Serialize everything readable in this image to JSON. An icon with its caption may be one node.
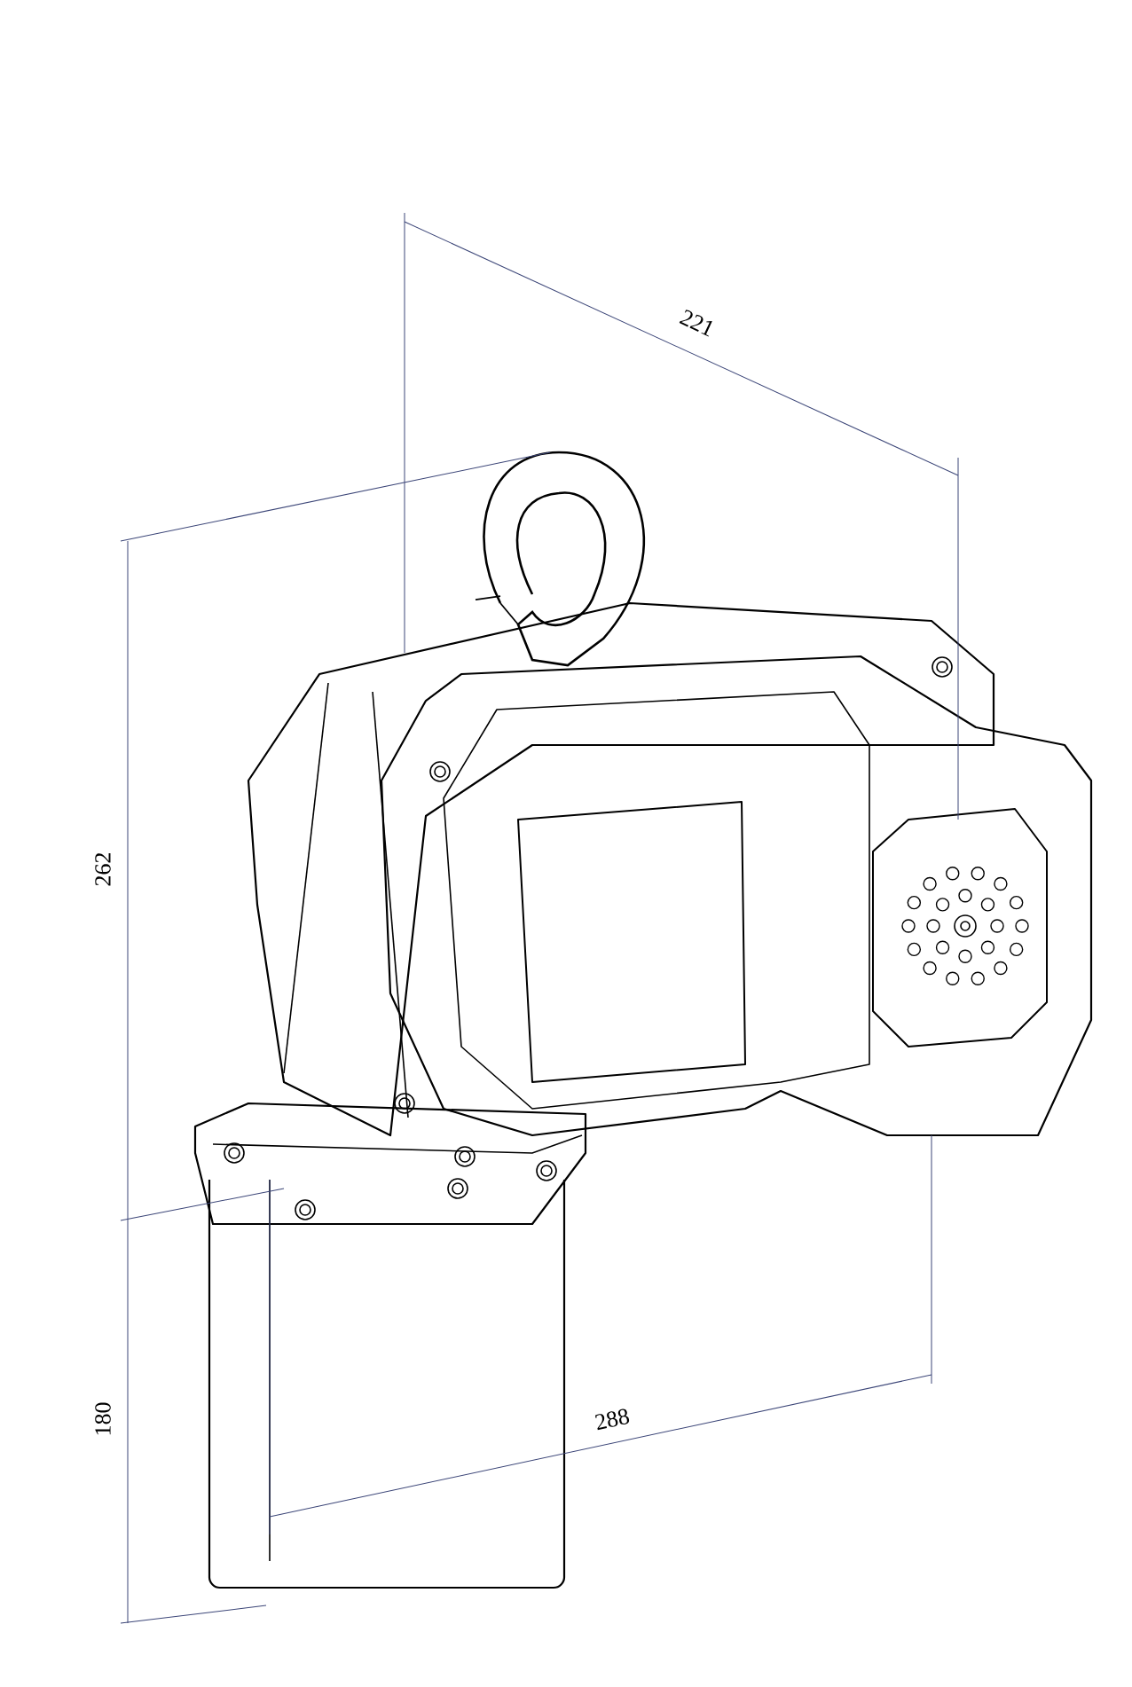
{
  "diagram": {
    "labels": [
      "221",
      "262",
      "180",
      "288"
    ]
  }
}
